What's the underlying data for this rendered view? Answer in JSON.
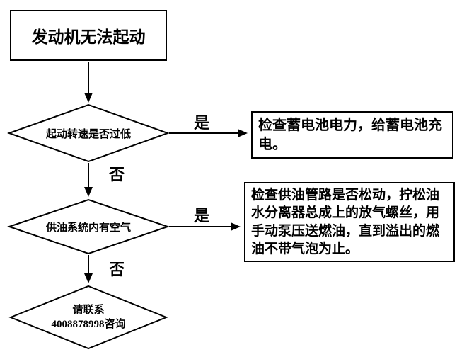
{
  "flowchart": {
    "start": {
      "label": "发动机无法起动"
    },
    "decision1": {
      "label": "起动转速是否过低",
      "yes": "是",
      "no": "否"
    },
    "action1": {
      "label": "检查蓄电池电力，给蓄电池充电。"
    },
    "decision2": {
      "label": "供油系统内有空气",
      "yes": "是",
      "no": "否"
    },
    "action2": {
      "label": "检查供油管路是否松动，拧松油水分离器总成上的放气螺丝，用手动泵压送燃油，直到溢出的燃油不带气泡为止。"
    },
    "end": {
      "line1": "请联系",
      "line2": "4008878998咨询"
    }
  },
  "colors": {
    "line": "#000000",
    "background": "#ffffff",
    "text": "#000000"
  }
}
